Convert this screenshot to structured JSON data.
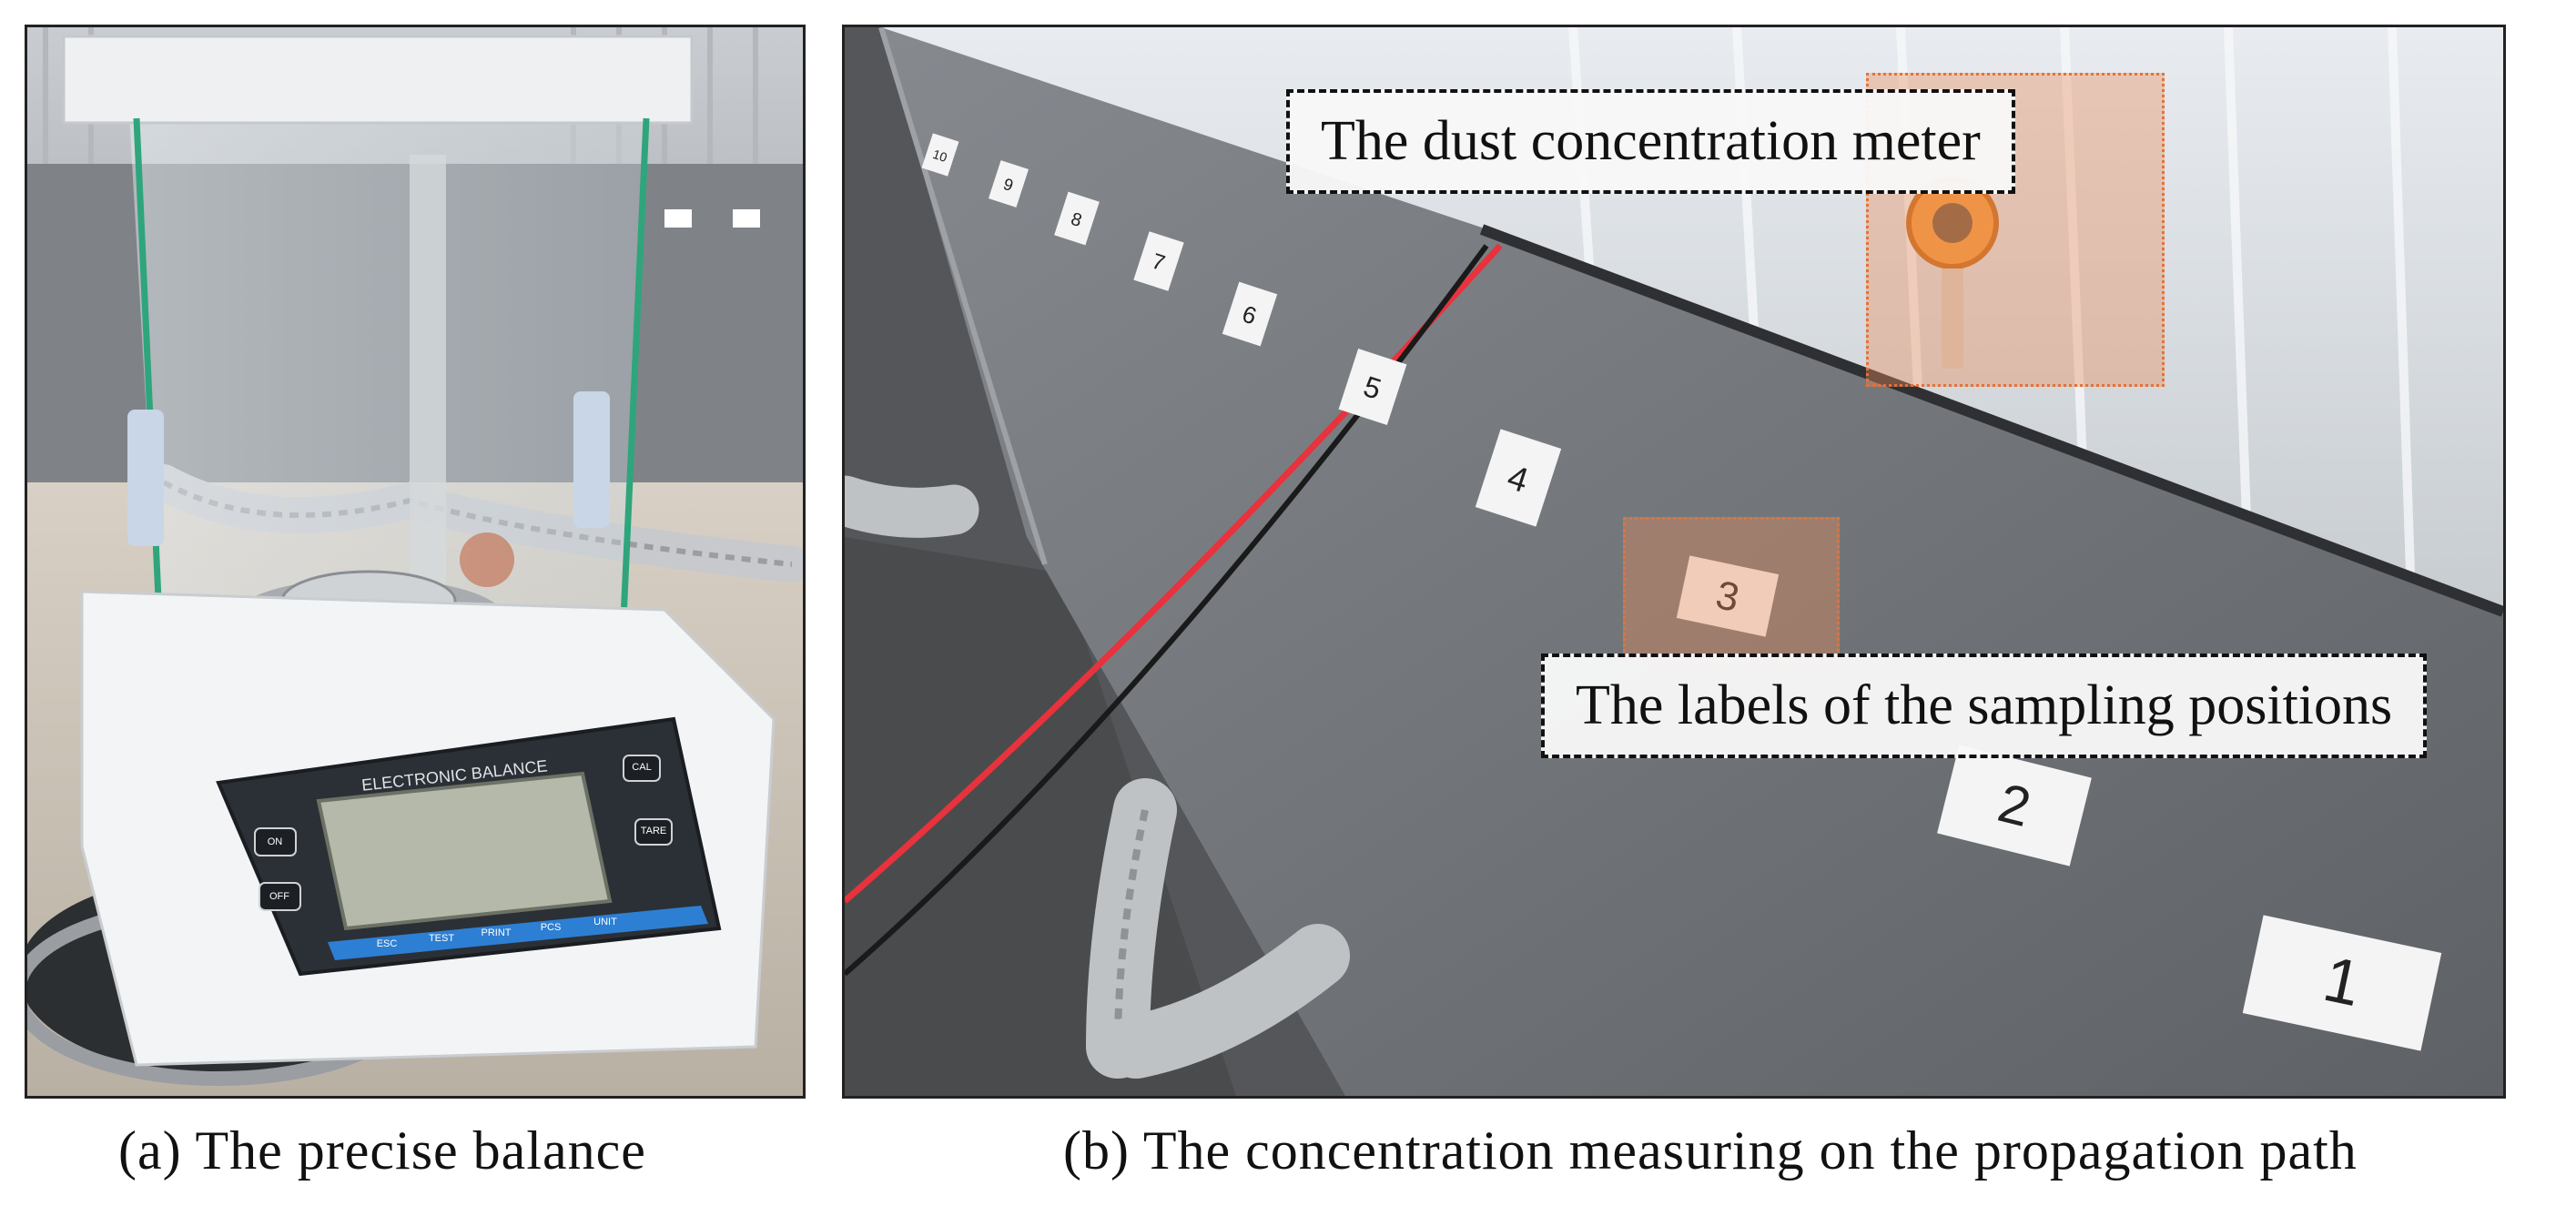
{
  "panels": {
    "a": {
      "caption": "(a) The precise balance",
      "display_header": "ELECTRONIC BALANCE",
      "keys": [
        "ON",
        "OFF",
        "ESC",
        "TEST",
        "PRINT",
        "PCS",
        "UNIT",
        "CAL",
        "TARE"
      ]
    },
    "b": {
      "caption": "(b) The concentration measuring on the propagation path",
      "callout_meter": "The dust concentration meter",
      "callout_labels": "The labels of the sampling positions",
      "position_labels": [
        "1",
        "2",
        "3",
        "4",
        "5",
        "6",
        "7",
        "8",
        "9",
        "10"
      ]
    }
  },
  "colors": {
    "frame": "#222222",
    "highlight": "#eb8c5a",
    "wall": "#74777b",
    "cable_red": "#e8323c"
  }
}
